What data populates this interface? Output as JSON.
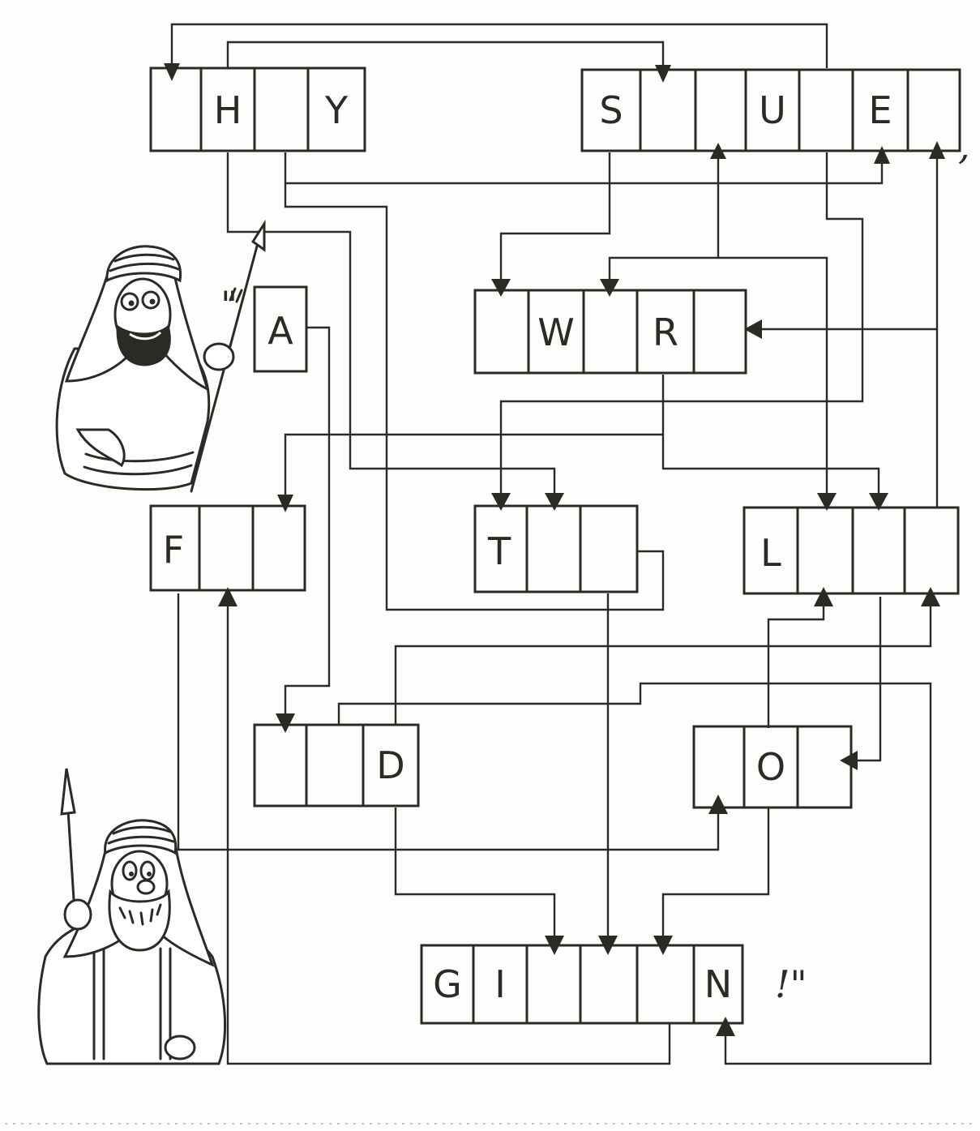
{
  "puzzle": {
    "words": {
      "hy": [
        "",
        "H",
        "Y"
      ],
      "sue": [
        "S",
        "",
        "",
        "U",
        "",
        "E",
        ""
      ],
      "wr": [
        "",
        "W",
        "",
        "R",
        ""
      ],
      "a": [
        "A"
      ],
      "f": [
        "F",
        "",
        ""
      ],
      "t": [
        "T",
        "",
        ""
      ],
      "l": [
        "L",
        "",
        "",
        ""
      ],
      "d": [
        "",
        "",
        "D"
      ],
      "o": [
        "",
        "O",
        ""
      ],
      "gin": [
        "G",
        "I",
        "",
        "",
        "",
        "N"
      ]
    },
    "punctuation": {
      "comma": ",",
      "open_quote": "\"",
      "close": "!\""
    },
    "colors": {
      "ink": "#2a2a26",
      "paper": "#fdfdfb"
    }
  }
}
